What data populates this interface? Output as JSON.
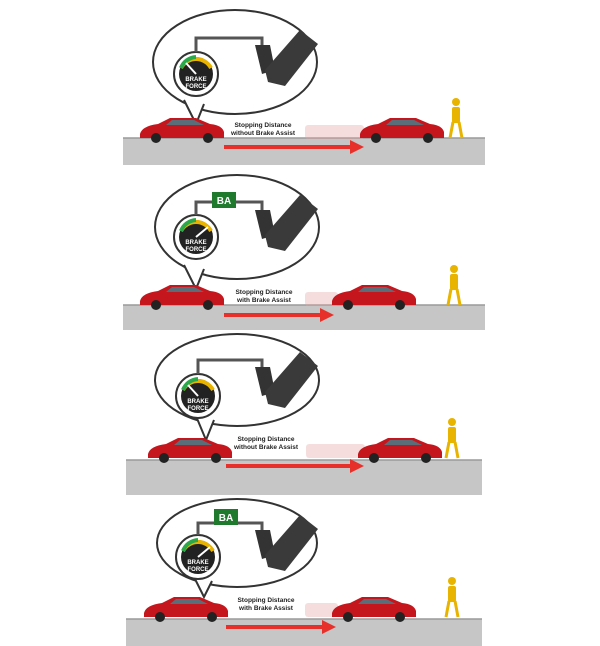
{
  "panels": [
    {
      "caption_line1": "Stopping Distance",
      "caption_line2": "without Brake Assist",
      "gauge_label_1": "BRAKE",
      "gauge_label_2": "FORCE",
      "brake_assist": false,
      "ba_label": ""
    },
    {
      "caption_line1": "Stopping Distance",
      "caption_line2": "with Brake Assist",
      "gauge_label_1": "BRAKE",
      "gauge_label_2": "FORCE",
      "brake_assist": true,
      "ba_label": "BA"
    },
    {
      "caption_line1": "Stopping Distance",
      "caption_line2": "without Brake Assist",
      "gauge_label_1": "BRAKE",
      "gauge_label_2": "FORCE",
      "brake_assist": false,
      "ba_label": ""
    },
    {
      "caption_line1": "Stopping Distance",
      "caption_line2": "with Brake Assist",
      "gauge_label_1": "BRAKE",
      "gauge_label_2": "FORCE",
      "brake_assist": true,
      "ba_label": "BA"
    }
  ],
  "colors": {
    "road": "#c6c6c6",
    "road_edge": "#9a9a9a",
    "car": "#c4161c",
    "arrow": "#e8302a",
    "ba_badge": "#1f7a2e",
    "pedestrian": "#e8b400"
  }
}
